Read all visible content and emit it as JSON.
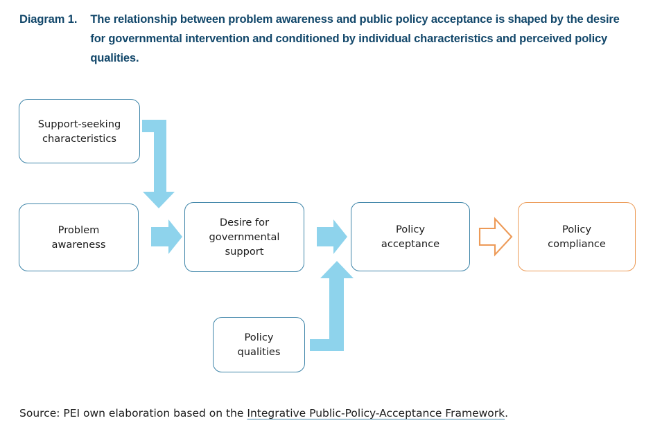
{
  "title": {
    "label": "Diagram 1.",
    "text": "The relationship between problem awareness and public policy acceptance is shaped by the desire for governmental intervention and conditioned by individual characteristics and perceived policy qualities."
  },
  "colors": {
    "title_navy": "#12476a",
    "box_border_blue": "#3d84a8",
    "box_border_orange": "#ec9a55",
    "arrow_blue": "#8ed3ec",
    "arrow_orange": "#ed9a57",
    "text_black": "#1b1b1b",
    "background": "#ffffff"
  },
  "nodes": [
    {
      "id": "support-seeking-characteristics",
      "label": "Support-seeking\ncharacteristics",
      "accent": "blue"
    },
    {
      "id": "problem-awareness",
      "label": "Problem\nawareness",
      "accent": "blue"
    },
    {
      "id": "desire-for-governmental-support",
      "label": "Desire for\ngovernmental\nsupport",
      "accent": "blue"
    },
    {
      "id": "policy-acceptance",
      "label": "Policy\nacceptance",
      "accent": "blue"
    },
    {
      "id": "policy-compliance",
      "label": "Policy\ncompliance",
      "accent": "orange"
    },
    {
      "id": "policy-qualities",
      "label": "Policy\nqualities",
      "accent": "blue"
    }
  ],
  "connectors": [
    {
      "id": "support-seeking-to-desire",
      "kind": "elbow-down",
      "color": "#8ed3ec",
      "from": "support-seeking-characteristics",
      "to": "desire-for-governmental-support"
    },
    {
      "id": "problem-awareness-to-desire",
      "kind": "arrow-right",
      "color": "#8ed3ec",
      "from": "problem-awareness",
      "to": "desire-for-governmental-support"
    },
    {
      "id": "desire-to-acceptance",
      "kind": "arrow-right",
      "color": "#8ed3ec",
      "from": "desire-for-governmental-support",
      "to": "policy-acceptance"
    },
    {
      "id": "acceptance-to-compliance",
      "kind": "arrow-right-hollow",
      "color": "#ed9a57",
      "from": "policy-acceptance",
      "to": "policy-compliance"
    },
    {
      "id": "policy-qualities-to-acceptance",
      "kind": "elbow-up",
      "color": "#8ed3ec",
      "from": "policy-qualities",
      "to": "policy-acceptance"
    }
  ],
  "source": {
    "prefix": "Source: PEI own elaboration based on the ",
    "link": "Integrative Public-Policy-Acceptance Framework",
    "suffix": "."
  }
}
